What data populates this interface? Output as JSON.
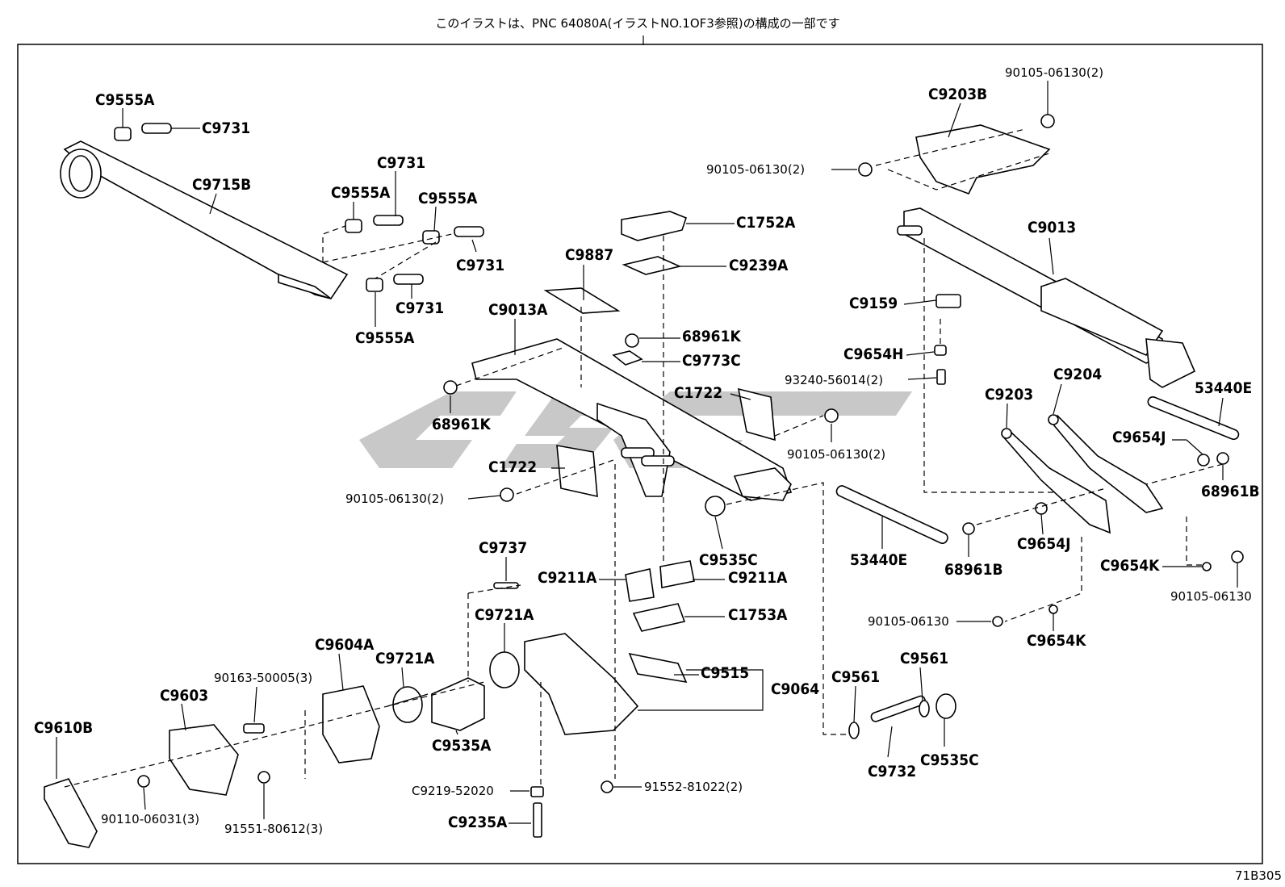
{
  "header": {
    "note": "このイラストは、PNC 64080A(イラストNO.1OF3参照)の構成の一部です"
  },
  "footer": {
    "illustration_code": "71B305"
  },
  "watermark": {
    "text": "CSC",
    "color": "#c8c8c8"
  },
  "labels": [
    {
      "id": "c9555a-1",
      "text": "C9555A"
    },
    {
      "id": "c9731-1",
      "text": "C9731"
    },
    {
      "id": "c9715b",
      "text": "C9715B"
    },
    {
      "id": "c9731-2",
      "text": "C9731"
    },
    {
      "id": "c9555a-2",
      "text": "C9555A"
    },
    {
      "id": "c9555a-3",
      "text": "C9555A"
    },
    {
      "id": "c9731-3",
      "text": "C9731"
    },
    {
      "id": "c9731-4",
      "text": "C9731"
    },
    {
      "id": "c9555a-4",
      "text": "C9555A"
    },
    {
      "id": "c1752a",
      "text": "C1752A"
    },
    {
      "id": "c9239a",
      "text": "C9239A"
    },
    {
      "id": "c9887",
      "text": "C9887"
    },
    {
      "id": "c9013a",
      "text": "C9013A"
    },
    {
      "id": "68961k-1",
      "text": "68961K"
    },
    {
      "id": "c9773c",
      "text": "C9773C"
    },
    {
      "id": "68961k-2",
      "text": "68961K"
    },
    {
      "id": "c1722-1",
      "text": "C1722"
    },
    {
      "id": "c1722-2",
      "text": "C1722"
    },
    {
      "id": "90105-06130-2a",
      "text": "90105-06130(2)"
    },
    {
      "id": "90105-06130-2b",
      "text": "90105-06130(2)"
    },
    {
      "id": "90105-06130-2c",
      "text": "90105-06130(2)"
    },
    {
      "id": "90105-06130-2d",
      "text": "90105-06130(2)"
    },
    {
      "id": "c9203b",
      "text": "C9203B"
    },
    {
      "id": "c9013",
      "text": "C9013"
    },
    {
      "id": "c9159",
      "text": "C9159"
    },
    {
      "id": "c9654h",
      "text": "C9654H"
    },
    {
      "id": "93240-56014",
      "text": "93240-56014(2)"
    },
    {
      "id": "c9203",
      "text": "C9203"
    },
    {
      "id": "c9204",
      "text": "C9204"
    },
    {
      "id": "53440e-1",
      "text": "53440E"
    },
    {
      "id": "c9654j-1",
      "text": "C9654J"
    },
    {
      "id": "68961b-1",
      "text": "68961B"
    },
    {
      "id": "c9535c-1",
      "text": "C9535C"
    },
    {
      "id": "53440e-2",
      "text": "53440E"
    },
    {
      "id": "68961b-2",
      "text": "68961B"
    },
    {
      "id": "c9654j-2",
      "text": "C9654J"
    },
    {
      "id": "c9654k-1",
      "text": "C9654K"
    },
    {
      "id": "90105-06130-a",
      "text": "90105-06130"
    },
    {
      "id": "90105-06130-b",
      "text": "90105-06130"
    },
    {
      "id": "c9654k-2",
      "text": "C9654K"
    },
    {
      "id": "c9737",
      "text": "C9737"
    },
    {
      "id": "c9211a-1",
      "text": "C9211A"
    },
    {
      "id": "c9211a-2",
      "text": "C9211A"
    },
    {
      "id": "c1753a",
      "text": "C1753A"
    },
    {
      "id": "c9721a-1",
      "text": "C9721A"
    },
    {
      "id": "c9721a-2",
      "text": "C9721A"
    },
    {
      "id": "c9604a",
      "text": "C9604A"
    },
    {
      "id": "c9515",
      "text": "C9515"
    },
    {
      "id": "c9064",
      "text": "C9064"
    },
    {
      "id": "c9561-1",
      "text": "C9561"
    },
    {
      "id": "c9561-2",
      "text": "C9561"
    },
    {
      "id": "90163-50005",
      "text": "90163-50005(3)"
    },
    {
      "id": "c9603",
      "text": "C9603"
    },
    {
      "id": "c9610b",
      "text": "C9610B"
    },
    {
      "id": "c9535a",
      "text": "C9535A"
    },
    {
      "id": "c9732",
      "text": "C9732"
    },
    {
      "id": "c9535c-2",
      "text": "C9535C"
    },
    {
      "id": "c9219-52020",
      "text": "C9219-52020"
    },
    {
      "id": "91552-81022",
      "text": "91552-81022(2)"
    },
    {
      "id": "c9235a",
      "text": "C9235A"
    },
    {
      "id": "90110-06031",
      "text": "90110-06031(3)"
    },
    {
      "id": "91551-80612",
      "text": "91551-80612(3)"
    }
  ]
}
